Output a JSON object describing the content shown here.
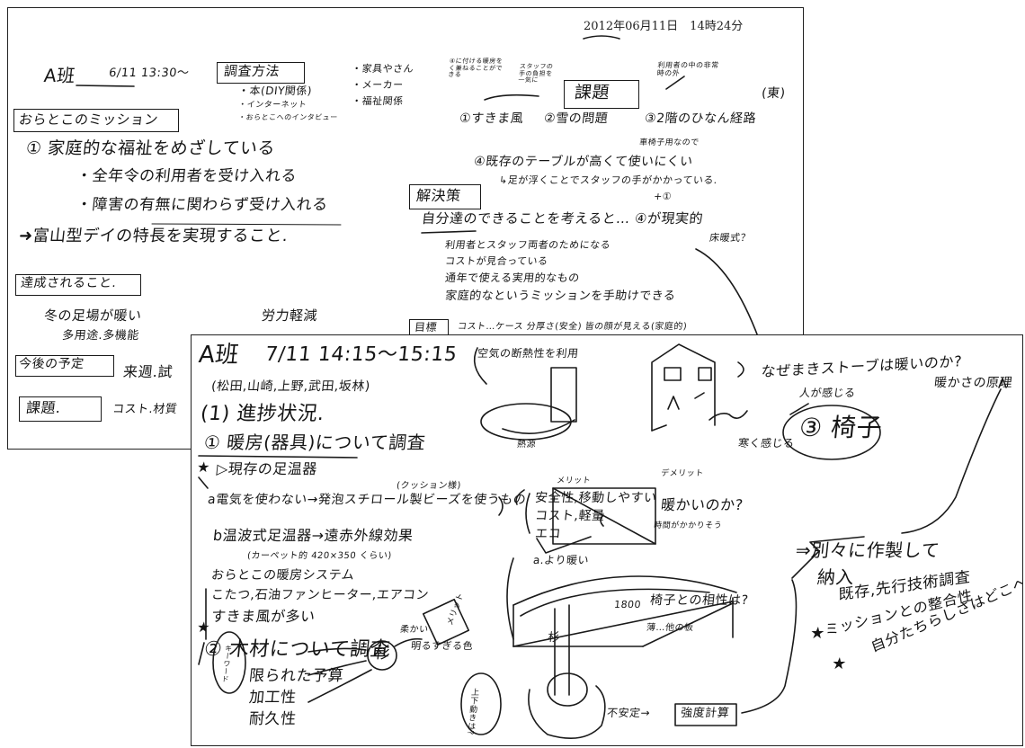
{
  "sheet1": {
    "timestamp": "2012年06月11日　14時24分",
    "title": "A班",
    "date_time": "6/11  13:30〜",
    "method": {
      "title": "調査方法",
      "items": [
        "・本(DIY関係)",
        "・インターネット",
        "・おらとこへのインタビュー"
      ]
    },
    "sources": [
      "・家具やさん",
      "・メーカー",
      "・福祉関係"
    ],
    "mission": {
      "title": "おらとこのミッション",
      "line1": "① 家庭的な福祉をめざしている",
      "line2": "・全年令の利用者を受け入れる",
      "line3": "・障害の有無に関わらず受け入れる",
      "line4": "➜富山型デイの特長を実現すること."
    },
    "achieve": {
      "title": "達成されること.",
      "item1": "冬の足場が暖い",
      "item2": "多用途.多機能",
      "item3": "労力軽減"
    },
    "future": {
      "title": "今後の予定",
      "text": "来週.試"
    },
    "issue_bottom": {
      "title": "課題.",
      "text": "コスト.材質"
    },
    "problems": {
      "title": "課題",
      "note_left": "④に付ける暖房をく兼ねることができる",
      "note_mid": "スタッフの手の負担を一気に",
      "note_right": "利用者の中の非常時の外",
      "east": "(東)",
      "item1": "①すきま風",
      "item2": "②雪の問題",
      "item3": "③2階のひなん経路",
      "item4": "④既存のテーブルが高くて使いにくい",
      "note4a": "車椅子用なので",
      "note4b": "↳足が浮くことでスタッフの手がかかっている.",
      "plus": "+①"
    },
    "solution": {
      "title": "解決策",
      "line1": "自分達のできることを考えると… ④が現実的",
      "note": "床暖式？",
      "item1": "利用者とスタッフ両者のためになる",
      "item2": "コストが見合っている",
      "item3": "通年で使える実用的なもの",
      "item4": "家庭的なというミッションを手助けできる",
      "goal_label": "目標",
      "goal_text": "コスト…ケース 分厚さ(安全)  皆の顔が見える(家庭的)"
    }
  },
  "sheet2": {
    "title": "A班",
    "date_time": "7/11  14:15〜15:15",
    "members": "(松田,山崎,上野,武田,坂林)",
    "section1": "(1) 進捗状況.",
    "sub1": "① 暖房(器具)について調査",
    "star": "★",
    "heater_title": "▷現存の足温器",
    "cushion": "(クッション様)",
    "heater_a": "a電気を使わない→発泡スチロール製ビーズを使うもの",
    "merit_label": "メリット",
    "merit1": "安全性,移動しやすい",
    "merit2": "コスト,軽量",
    "merit3": "エコ",
    "demerit_label": "デメリット",
    "demerit1": "暖かいのか?",
    "demerit2": "時間がかかりそう",
    "heater_b": "b温波式足温器→遠赤外線効果",
    "carpet": "(カーペット的 420×350 くらい)",
    "warmer": "a.より暖い",
    "system_title": "おらとこの暖房システム",
    "system1": "こたつ,石油ファンヒーター,エアコン",
    "system2": "すきま風が多い",
    "sub2": "② 木材について調査",
    "limit1": "限られた予算",
    "limit2": "加工性",
    "limit3": "耐久性",
    "keywords": "キーワード",
    "wood": "杉",
    "soft": "柔かい",
    "bright": "明るすぎる色",
    "merit_vertical": "メリット",
    "air_note": "空気の断熱性を利用",
    "heat_source": "熱源",
    "stove_q": "なぜまきストーブは暖いのか?",
    "feel": "人が感じる",
    "warmth": "暖かさの原理",
    "chair": "③ 椅子",
    "cold": "寒く感じる",
    "bench_q": "椅子との相性は?",
    "dim": "1800",
    "thin": "薄…他の板",
    "cedar_label": "杉",
    "unstable": "不安定→",
    "strength": "強度計算",
    "side_note": "上下動きは?",
    "right1": "⇒別々に作製して",
    "right2": "納入",
    "right3": "既存,先行技術調査",
    "right4": "ミッションとの整合性",
    "right5": "自分たちらしさはどこへ?"
  }
}
